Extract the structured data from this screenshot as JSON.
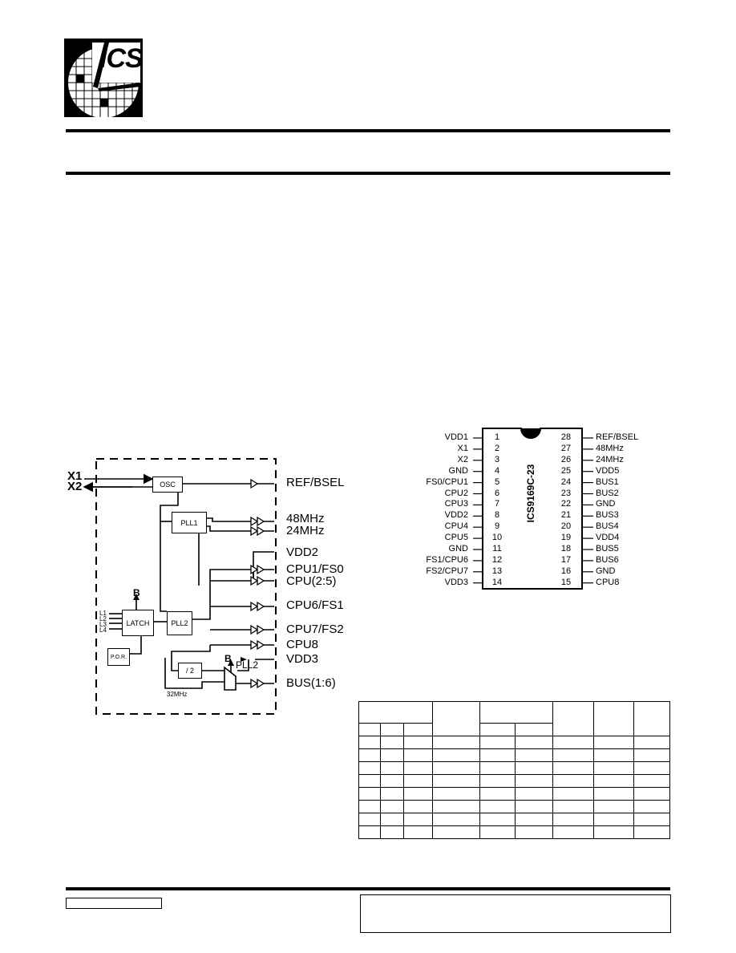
{
  "header": {
    "logo_text": "ICS"
  },
  "pinout": {
    "chip_name": "ICS9169C-23",
    "left_pins": [
      {
        "num": "1",
        "name": "VDD1"
      },
      {
        "num": "2",
        "name": "X1"
      },
      {
        "num": "3",
        "name": "X2"
      },
      {
        "num": "4",
        "name": "GND"
      },
      {
        "num": "5",
        "name": "FS0/CPU1"
      },
      {
        "num": "6",
        "name": "CPU2"
      },
      {
        "num": "7",
        "name": "CPU3"
      },
      {
        "num": "8",
        "name": "VDD2"
      },
      {
        "num": "9",
        "name": "CPU4"
      },
      {
        "num": "10",
        "name": "CPU5"
      },
      {
        "num": "11",
        "name": "GND"
      },
      {
        "num": "12",
        "name": "FS1/CPU6"
      },
      {
        "num": "13",
        "name": "FS2/CPU7"
      },
      {
        "num": "14",
        "name": "VDD3"
      }
    ],
    "right_pins": [
      {
        "num": "28",
        "name": "REF/BSEL"
      },
      {
        "num": "27",
        "name": "48MHz"
      },
      {
        "num": "26",
        "name": "24MHz"
      },
      {
        "num": "25",
        "name": "VDD5"
      },
      {
        "num": "24",
        "name": "BUS1"
      },
      {
        "num": "23",
        "name": "BUS2"
      },
      {
        "num": "22",
        "name": "GND"
      },
      {
        "num": "21",
        "name": "BUS3"
      },
      {
        "num": "20",
        "name": "BUS4"
      },
      {
        "num": "19",
        "name": "VDD4"
      },
      {
        "num": "18",
        "name": "BUS5"
      },
      {
        "num": "17",
        "name": "BUS6"
      },
      {
        "num": "16",
        "name": "GND"
      },
      {
        "num": "15",
        "name": "CPU8"
      }
    ]
  },
  "block_diagram": {
    "inputs": {
      "x1": "X1",
      "x2": "X2"
    },
    "blocks": {
      "osc": "OSC",
      "pll1": "PLL1",
      "pll2": "PLL2",
      "latch": "LATCH",
      "por": "P.O.R.",
      "div2": "/ 2"
    },
    "latch_inputs": [
      "L1",
      "L2",
      "L3",
      "L4"
    ],
    "b_labels": {
      "latch_b": "B",
      "mux_b": "B"
    },
    "pll2_tag": "PLL2",
    "mhz32": "32MHz",
    "outputs": {
      "ref": "REF/BSEL",
      "mhz48": "48MHz",
      "mhz24": "24MHz",
      "vdd2": "VDD2",
      "cpu1": "CPU1/FS0",
      "cpu25": "CPU(2:5)",
      "cpu6": "CPU6/FS1",
      "cpu7": "CPU7/FS2",
      "cpu8": "CPU8",
      "vdd3": "VDD3",
      "bus": "BUS(1:6)"
    }
  }
}
